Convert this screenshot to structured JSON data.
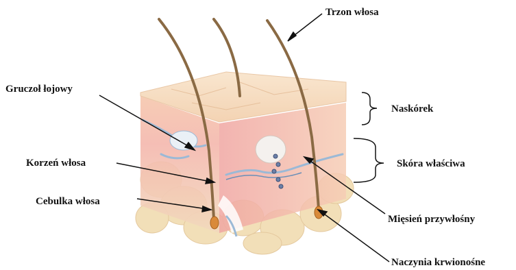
{
  "labels": {
    "hair_shaft": "Trzon włosa",
    "sebaceous_gland": "Gruczoł łojowy",
    "epidermis": "Naskórek",
    "dermis": "Skóra właściwa",
    "hair_root": "Korzeń włosa",
    "hair_bulb": "Cebulka włosa",
    "arrector_pili": "Mięsień przywłośny",
    "blood_vessels": "Naczynia krwionośne"
  },
  "colors": {
    "skin_top": "#f6dcc0",
    "epidermis_front": "#f3c9a8",
    "dermis_pink": "#f2a9a4",
    "fat": "#f2dfb8",
    "hair": "#8a6a44",
    "vessel": "#9bb9d6",
    "bulb": "#d98a3a"
  }
}
